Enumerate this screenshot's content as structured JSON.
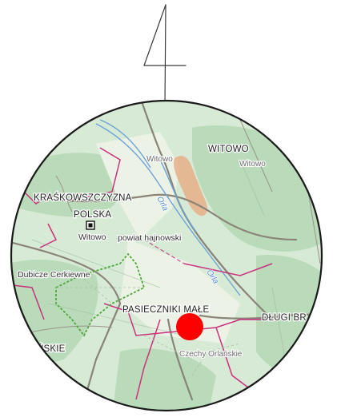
{
  "sheet_number": "4",
  "map": {
    "labels": {
      "witowo_top": "Witowo",
      "witowo_caps": "WITOWO",
      "witowo_right": "Witowo",
      "kraskowszczyzna": "KRAŚKOWSZCZYZNA",
      "polska": "POLSKA",
      "witowo_station": "Witowo",
      "river_orla_upper": "Orla",
      "river_orla_lower": "Orla",
      "powiat": "powiat hajnowski",
      "dubicze": "Dubicze Cerkiewne",
      "pasieczniki": "PASIECZNIKI MAŁE",
      "dlugi_br": "DŁUGI BR",
      "nskie": "ŃSKIE",
      "czechy": "Czechy Orlańskie"
    },
    "icons": {
      "station": "railway-station-icon",
      "marker": "location-marker"
    },
    "colors": {
      "base": "#d7ead5",
      "forest": "#b9dbba",
      "boundary": "#c8327e",
      "forest_boundary": "#4fa83a",
      "river": "#6aa3d8",
      "road": "#8a8478",
      "settlement": "#e8b089",
      "marker": "#ff0000"
    }
  }
}
